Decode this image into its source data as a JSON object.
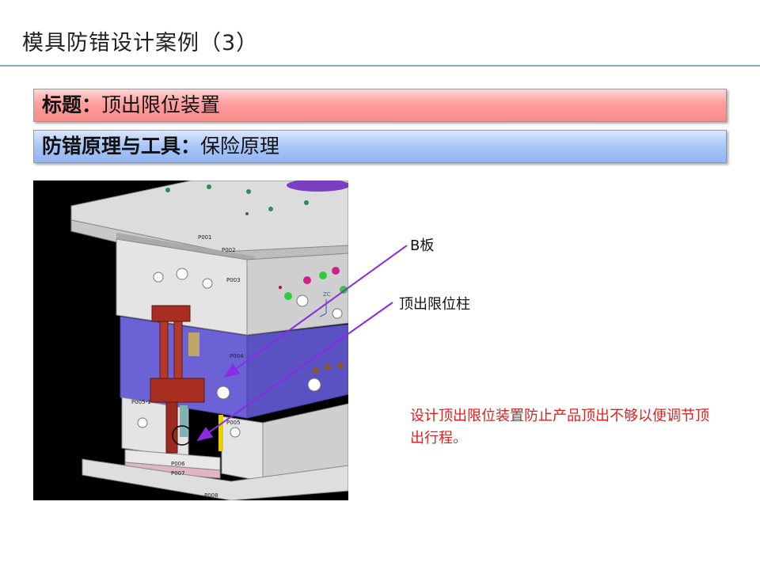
{
  "slide": {
    "title": "模具防错设计案例（3）"
  },
  "bars": {
    "title_label": "标题：",
    "title_value": "顶出限位装置",
    "principle_label": "防错原理与工具：",
    "principle_value": "保险原理"
  },
  "figure": {
    "plate_labels": [
      "P001",
      "P002",
      "P003",
      "P004",
      "P005-1",
      "P005",
      "P006",
      "P007",
      "P008"
    ],
    "axis_label": "ZC"
  },
  "callouts": {
    "b_plate": "B板",
    "stop_pin": "顶出限位柱"
  },
  "note": "设计顶出限位装置防止产品顶出不够以便调节顶出行程。",
  "colors": {
    "title_bar": "#f98b8b",
    "principle_bar": "#93b5f2",
    "note_text": "#e0201f",
    "arrow": "#8a2be2",
    "b_plate": "#6b62d6"
  }
}
